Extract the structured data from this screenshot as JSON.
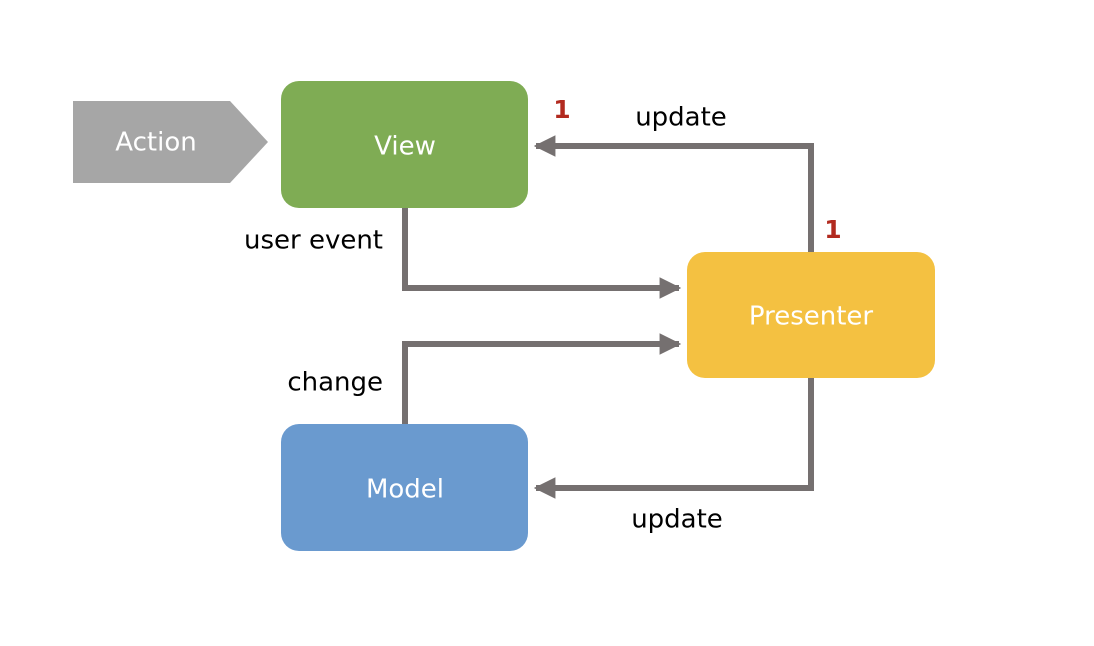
{
  "colors": {
    "action": "#a6a6a6",
    "view": "#7fac54",
    "presenter": "#f4c141",
    "model": "#6a9acf",
    "connector": "#757070",
    "marker": "#b22a1f"
  },
  "nodes": {
    "action": {
      "label": "Action"
    },
    "view": {
      "label": "View"
    },
    "presenter": {
      "label": "Presenter"
    },
    "model": {
      "label": "Model"
    }
  },
  "edges": {
    "view_to_presenter": {
      "label": "user event"
    },
    "model_to_presenter": {
      "label": "change"
    },
    "presenter_to_view": {
      "label": "update"
    },
    "presenter_to_model": {
      "label": "update"
    }
  },
  "markers": {
    "view_marker": "1",
    "presenter_marker": "1"
  }
}
